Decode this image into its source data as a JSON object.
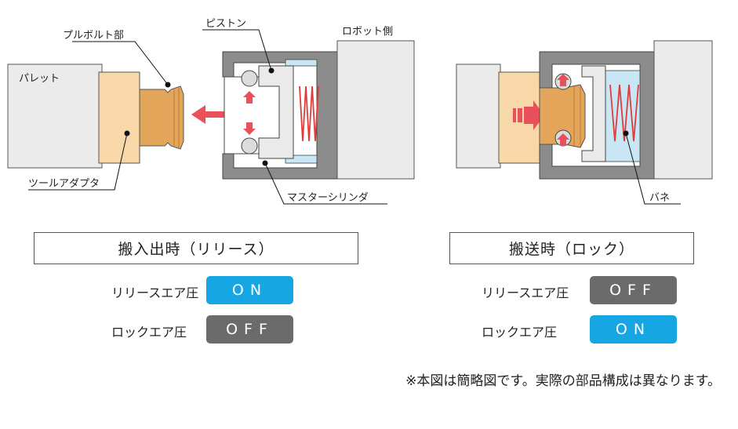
{
  "labels": {
    "piston": "ピストン",
    "robot_side": "ロボット側",
    "pull_bolt": "プルボルト部",
    "pallet": "パレット",
    "tool_adapter": "ツールアダプタ",
    "master_cylinder": "マスターシリンダ",
    "spring": "バネ"
  },
  "left_panel": {
    "state_title": "搬入出時（リリース）",
    "rows": [
      {
        "label": "リリースエア圧",
        "value": "ON",
        "status": "on"
      },
      {
        "label": "ロックエア圧",
        "value": "OFF",
        "status": "off"
      }
    ]
  },
  "right_panel": {
    "state_title": "搬送時（ロック）",
    "rows": [
      {
        "label": "リリースエア圧",
        "value": "OFF",
        "status": "off"
      },
      {
        "label": "ロックエア圧",
        "value": "ON",
        "status": "on"
      }
    ]
  },
  "footnote": "※本図は簡略図です。実際の部品構成は異なります。",
  "colors": {
    "on": "#16a6e3",
    "off": "#6b6b6b",
    "adapter": "#f8d8a8",
    "bolt": "#e3a55a",
    "housing": "#8c8c8c",
    "arrow": "#e8505b",
    "spring": "#e23b3b",
    "chamber_blue": "#c9e6f5"
  }
}
